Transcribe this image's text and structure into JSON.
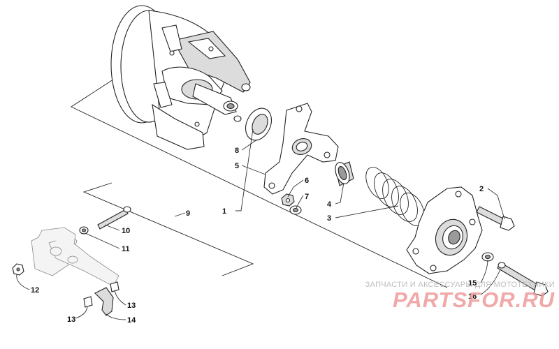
{
  "callouts": {
    "c1": "1",
    "c2": "2",
    "c3": "3",
    "c4": "4",
    "c5": "5",
    "c6": "6",
    "c7": "7",
    "c8": "8",
    "c9": "9",
    "c10": "10",
    "c11": "11",
    "c12": "12",
    "c13a": "13",
    "c13b": "13",
    "c14": "14",
    "c15": "15",
    "c16": "16"
  },
  "watermark": {
    "tagline": "ЗАПЧАСТИ И АКСЕССУАРЫ ДЛЯ МОТОТЕХНИКИ",
    "logo": "PARTSFOR.RU"
  },
  "colors": {
    "line": "#222222",
    "watermark_logo": "#ef9a9a",
    "watermark_text": "#bdbdbd"
  }
}
